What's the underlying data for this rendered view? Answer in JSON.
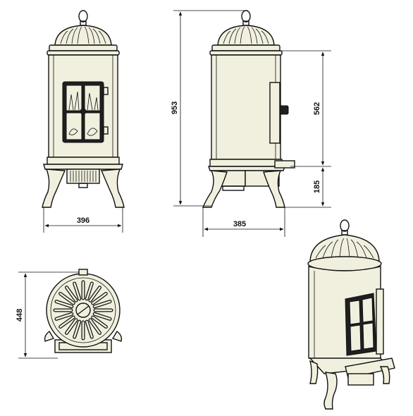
{
  "dimensions": {
    "front_width": "396",
    "side_width": "385",
    "total_height": "953",
    "body_height": "562",
    "base_height": "185",
    "top_depth": "448"
  },
  "colors": {
    "line": "#111111",
    "body": "#f1f0df",
    "dark": "#1f1f1f"
  }
}
